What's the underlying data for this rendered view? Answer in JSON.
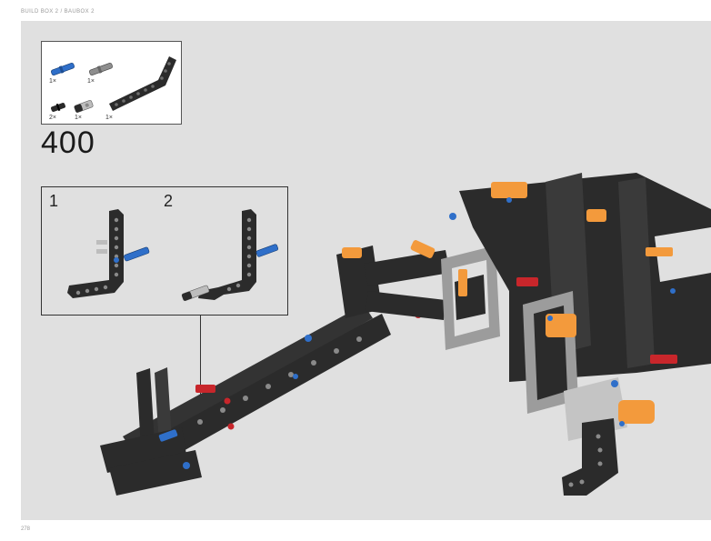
{
  "header": {
    "breadcrumb": "BUILD BOX 2 / BAUBOX 2"
  },
  "parts_list": {
    "items": [
      {
        "icon": "blue-axle-pin-icon",
        "qty": "1×"
      },
      {
        "icon": "grey-axle-pin-icon",
        "qty": "1×"
      },
      {
        "icon": "black-pin-icon",
        "qty": "2×"
      },
      {
        "icon": "grey-connector-icon",
        "qty": "1×"
      },
      {
        "icon": "bent-liftarm-icon",
        "qty": "1×"
      }
    ]
  },
  "step": {
    "number": "400"
  },
  "substeps": [
    {
      "label": "1"
    },
    {
      "label": "2"
    }
  ],
  "footer": {
    "page_number": "278"
  },
  "colors": {
    "background": "#e0e0e0",
    "frame": "#2d2d2d",
    "blue": "#2f6fc9",
    "orange": "#f39a3c",
    "red": "#c8262b",
    "grey": "#9a9a9a"
  }
}
